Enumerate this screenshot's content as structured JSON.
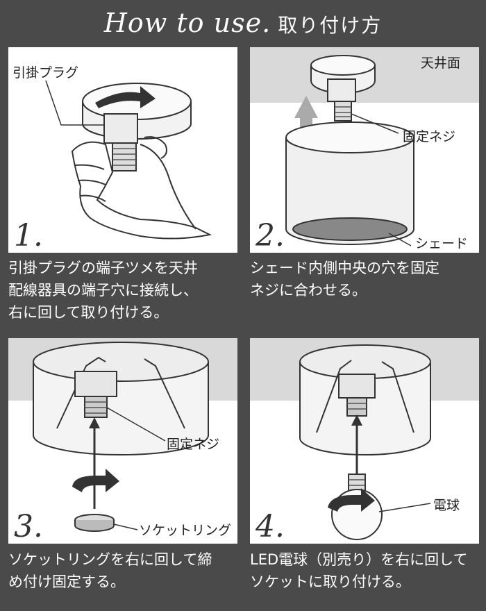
{
  "header": {
    "title_en": "How to use.",
    "title_jp": "取り付け方"
  },
  "steps": [
    {
      "number": "1.",
      "labels": {
        "plug": "引掛プラグ"
      },
      "caption": "引掛プラグの端子ツメを天井\n配線器具の端子穴に接続し、\n右に回して取り付ける。"
    },
    {
      "number": "2.",
      "labels": {
        "ceiling": "天井面",
        "screw": "固定ネジ",
        "shade": "シェード"
      },
      "caption": "シェード内側中央の穴を固定\nネジに合わせる。"
    },
    {
      "number": "3.",
      "labels": {
        "screw": "固定ネジ",
        "ring": "ソケットリング"
      },
      "caption": "ソケットリングを右に回して締\nめ付け固定する。"
    },
    {
      "number": "4.",
      "labels": {
        "bulb": "電球"
      },
      "caption": "LED電球（別売り）を右に回して\nソケットに取り付ける。"
    }
  ]
}
